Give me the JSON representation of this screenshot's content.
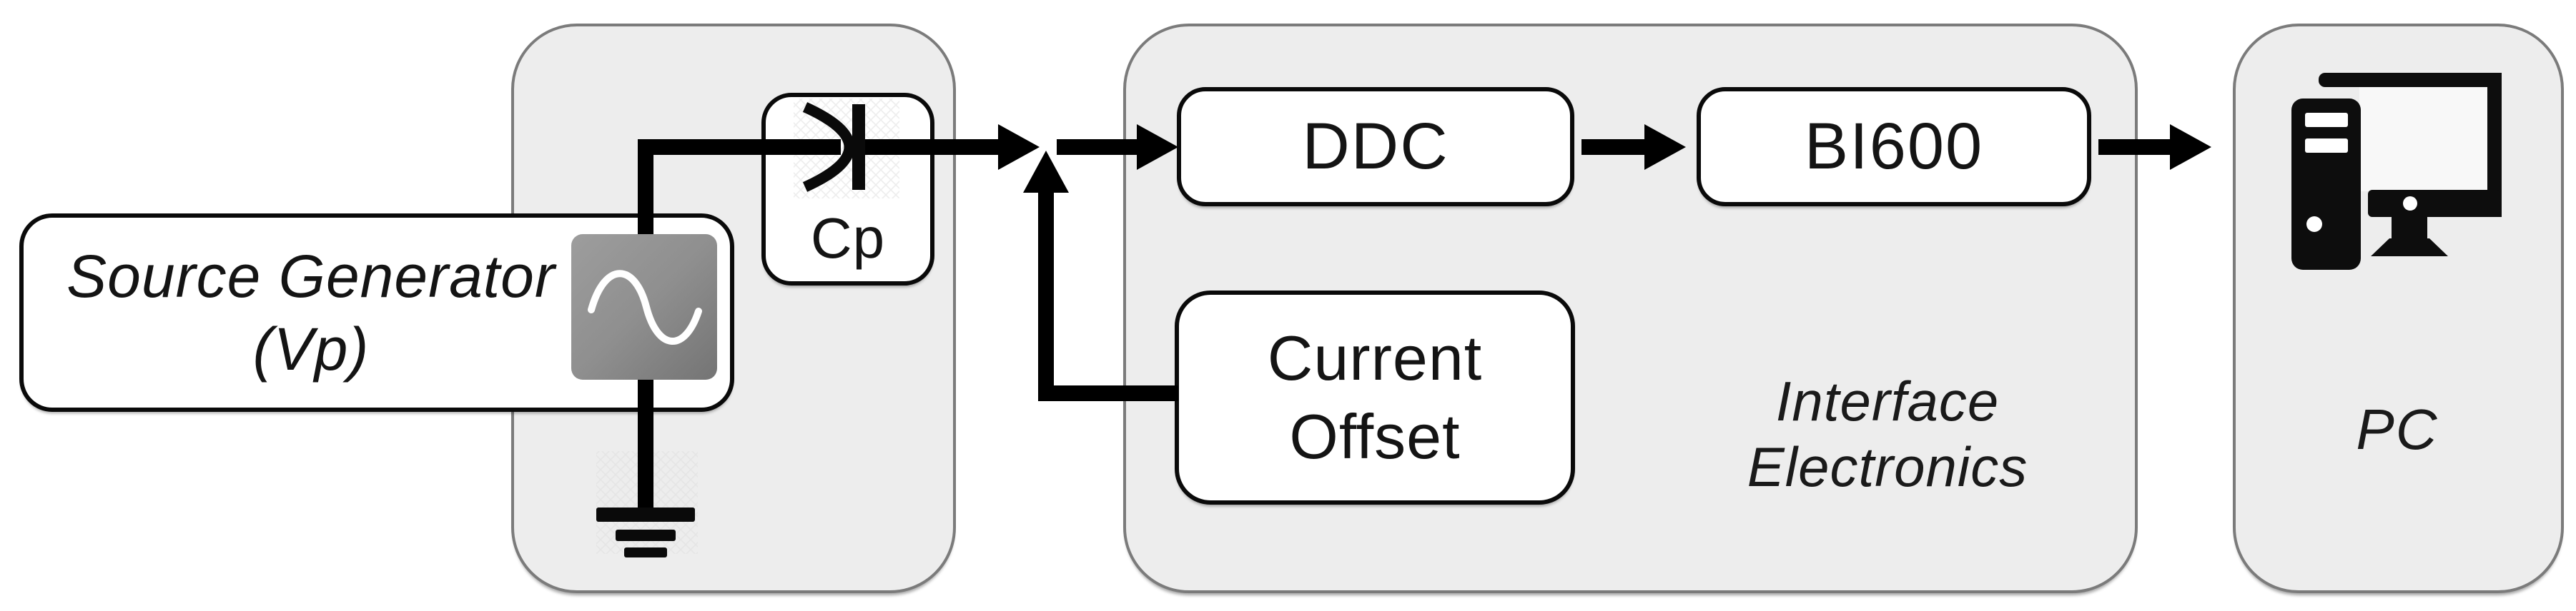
{
  "diagram": {
    "blocks": {
      "source_generator": {
        "line1": "Source Generator",
        "line2": "(Vp)"
      },
      "cp": {
        "label": "Cp"
      },
      "ddc": {
        "label": "DDC"
      },
      "bi600": {
        "label": "BI600"
      },
      "current_offset": {
        "line1": "Current",
        "line2": "Offset"
      },
      "pc": {
        "label": "PC"
      }
    },
    "group_labels": {
      "interface_electronics": {
        "line1": "Interface",
        "line2": "Electronics"
      }
    },
    "icons": {
      "sine": "sine-wave-icon",
      "ground": "ground-icon",
      "capacitor": "capacitor-icon",
      "computer": "desktop-computer-icon"
    },
    "colors": {
      "panel_fill": "#ededed",
      "panel_border": "#7b7b7b",
      "box_fill": "#ffffff",
      "box_border": "#000000",
      "line": "#000000",
      "sine_icon_grey": "#8a8a8a",
      "sine_stroke": "#ffffff"
    },
    "connections": [
      {
        "from": "Source Generator (Vp)",
        "to": "Cp"
      },
      {
        "from": "Cp",
        "to": "DDC"
      },
      {
        "from": "Current Offset",
        "to": "DDC"
      },
      {
        "from": "DDC",
        "to": "BI600"
      },
      {
        "from": "BI600",
        "to": "PC"
      }
    ]
  }
}
